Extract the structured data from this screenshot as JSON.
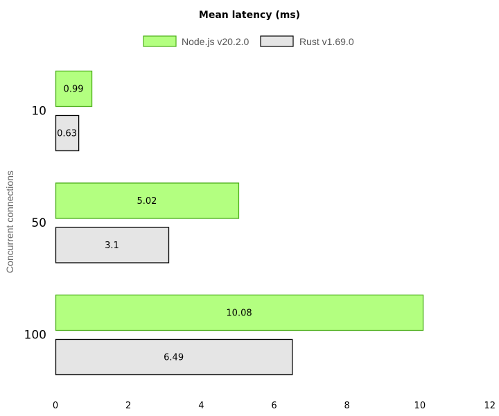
{
  "chart_data": {
    "type": "bar",
    "orientation": "horizontal",
    "title": "Mean latency (ms)",
    "xlabel": "",
    "ylabel": "Concurrent connections",
    "categories": [
      "10",
      "50",
      "100"
    ],
    "series": [
      {
        "name": "Node.js v20.2.0",
        "values": [
          0.99,
          5.02,
          10.08
        ],
        "color": "#b3ff80",
        "stroke": "#4caf1a"
      },
      {
        "name": "Rust v1.69.0",
        "values": [
          0.63,
          3.1,
          6.49
        ],
        "color": "#e5e5e5",
        "stroke": "#000000"
      }
    ],
    "xlim": [
      0,
      12
    ],
    "xticks": [
      0,
      2,
      4,
      6,
      8,
      10,
      12
    ],
    "grid": false,
    "legend_position": "top-center"
  }
}
